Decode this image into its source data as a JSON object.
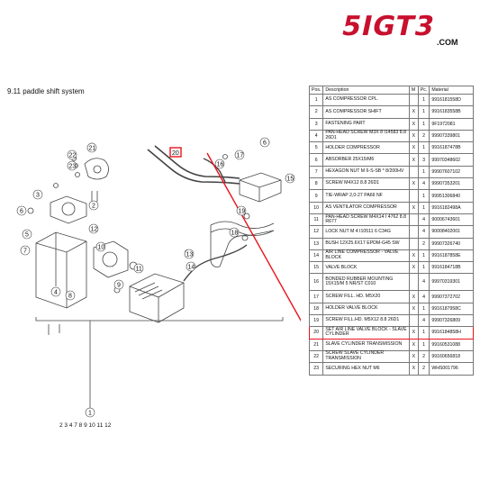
{
  "brand": {
    "logo_text": "5IGT3",
    "domain": ".COM",
    "color": "#c8102e"
  },
  "section": {
    "title": "9.11  paddle shift system"
  },
  "table": {
    "headers": {
      "pos": "Pos.",
      "description": "Description",
      "m": "M",
      "pc": "Pc.",
      "material": "Material"
    },
    "rows": [
      {
        "pos": "1",
        "desc": "AS COMPRESSOR CPL.",
        "m": "",
        "pc": "1",
        "mat": "9916181558D"
      },
      {
        "pos": "2",
        "desc": "AS COMPRESSOR SHIFT",
        "m": "X",
        "pc": "1",
        "mat": "9916183558B"
      },
      {
        "pos": "3",
        "desc": "FASTENING PART",
        "m": "X",
        "pc": "1",
        "mat": "9F1972081"
      },
      {
        "pos": "4",
        "desc": "PAN-HEAD SCREW M3X 8 I14583 8.8 26D1",
        "m": "X",
        "pc": "2",
        "mat": "99907339801"
      },
      {
        "pos": "5",
        "desc": "HOLDER COMPRESSOR",
        "m": "X",
        "pc": "1",
        "mat": "9916187478B"
      },
      {
        "pos": "6",
        "desc": "ABSORBER 25X15/M6",
        "m": "X",
        "pc": "3",
        "mat": "99970348602"
      },
      {
        "pos": "7",
        "desc": "HEXAGON NUT M 6-S-SB * 8/200HV",
        "m": "",
        "pc": "1",
        "mat": "99907607102"
      },
      {
        "pos": "8",
        "desc": "SCREW M4X12 8.8 26D1",
        "m": "X",
        "pc": "4",
        "mat": "99907353201"
      },
      {
        "pos": "9",
        "desc": "TIE-WRAP 2,0-27 PA66 NF",
        "m": "",
        "pc": "1",
        "mat": "99951306840"
      },
      {
        "pos": "10",
        "desc": "AS VENTILATOR COMPRESSOR",
        "m": "X",
        "pc": "1",
        "mat": "9916182498A"
      },
      {
        "pos": "11",
        "desc": "PAN-HEAD SCREW M4X14 I 4762 8.8 R677",
        "m": "",
        "pc": "4",
        "mat": "90006743601"
      },
      {
        "pos": "12",
        "desc": "LOCK NUT M 4 I10511 6 C34G",
        "m": "",
        "pc": "4",
        "mat": "90008402001"
      },
      {
        "pos": "13",
        "desc": "BUSH 12X25.6X17 EPDM-G45 SW",
        "m": "",
        "pc": "2",
        "mat": "99907326740"
      },
      {
        "pos": "14",
        "desc": "AIR LINE COMPRESSOR - VALVE BLOCK",
        "m": "X",
        "pc": "1",
        "mat": "9916187858E"
      },
      {
        "pos": "15",
        "desc": "VALVE BLOCK",
        "m": "X",
        "pc": "1",
        "mat": "9916184718B"
      },
      {
        "pos": "16",
        "desc": "BONDED RUBBER MOUNTING 15X15/M 5 NR/ST C010",
        "m": "",
        "pc": "4",
        "mat": "99970319301",
        "tall": true
      },
      {
        "pos": "17",
        "desc": "SCREW FILL. HD. M5X20",
        "m": "X",
        "pc": "4",
        "mat": "99907372702"
      },
      {
        "pos": "18",
        "desc": "HOLDER VALVE BLOCK",
        "m": "X",
        "pc": "1",
        "mat": "9916187958C"
      },
      {
        "pos": "19",
        "desc": "SCREW FILL.HD. M5X12 8.8 26D1",
        "m": "",
        "pc": "4",
        "mat": "99907326809"
      },
      {
        "pos": "20",
        "desc": "SET AIR LINE VALVE BLOCK - SLAVE CYLINDER",
        "m": "X",
        "pc": "1",
        "mat": "9916184858H",
        "highlight": true
      },
      {
        "pos": "21",
        "desc": "SLAVE CYLINDER TRANSMISSION",
        "m": "X",
        "pc": "1",
        "mat": "99160531088"
      },
      {
        "pos": "22",
        "desc": "SCREW SLAVE CYLINDER TRANSMISSION",
        "m": "X",
        "pc": "2",
        "mat": "99160656818"
      },
      {
        "pos": "23",
        "desc": "SECURING HEX NUT M6",
        "m": "X",
        "pc": "2",
        "mat": "WHS001796"
      }
    ]
  },
  "diagram": {
    "highlight_color": "#e8141c",
    "callouts": {
      "c1": "1",
      "c2": "2",
      "c3": "3",
      "c4": "4",
      "c5": "5",
      "c6": "6",
      "c7": "7",
      "c8": "8",
      "c9": "9",
      "c10": "10",
      "c11": "11",
      "c12": "12",
      "c13": "13",
      "c14": "14",
      "c15": "15",
      "c16": "16",
      "c17": "17",
      "c18": "18",
      "c19": "19",
      "c20": "20",
      "c21": "21",
      "c22": "22",
      "c23": "23"
    },
    "group_label": "2 3 4 7 8 9 10 11 12"
  }
}
